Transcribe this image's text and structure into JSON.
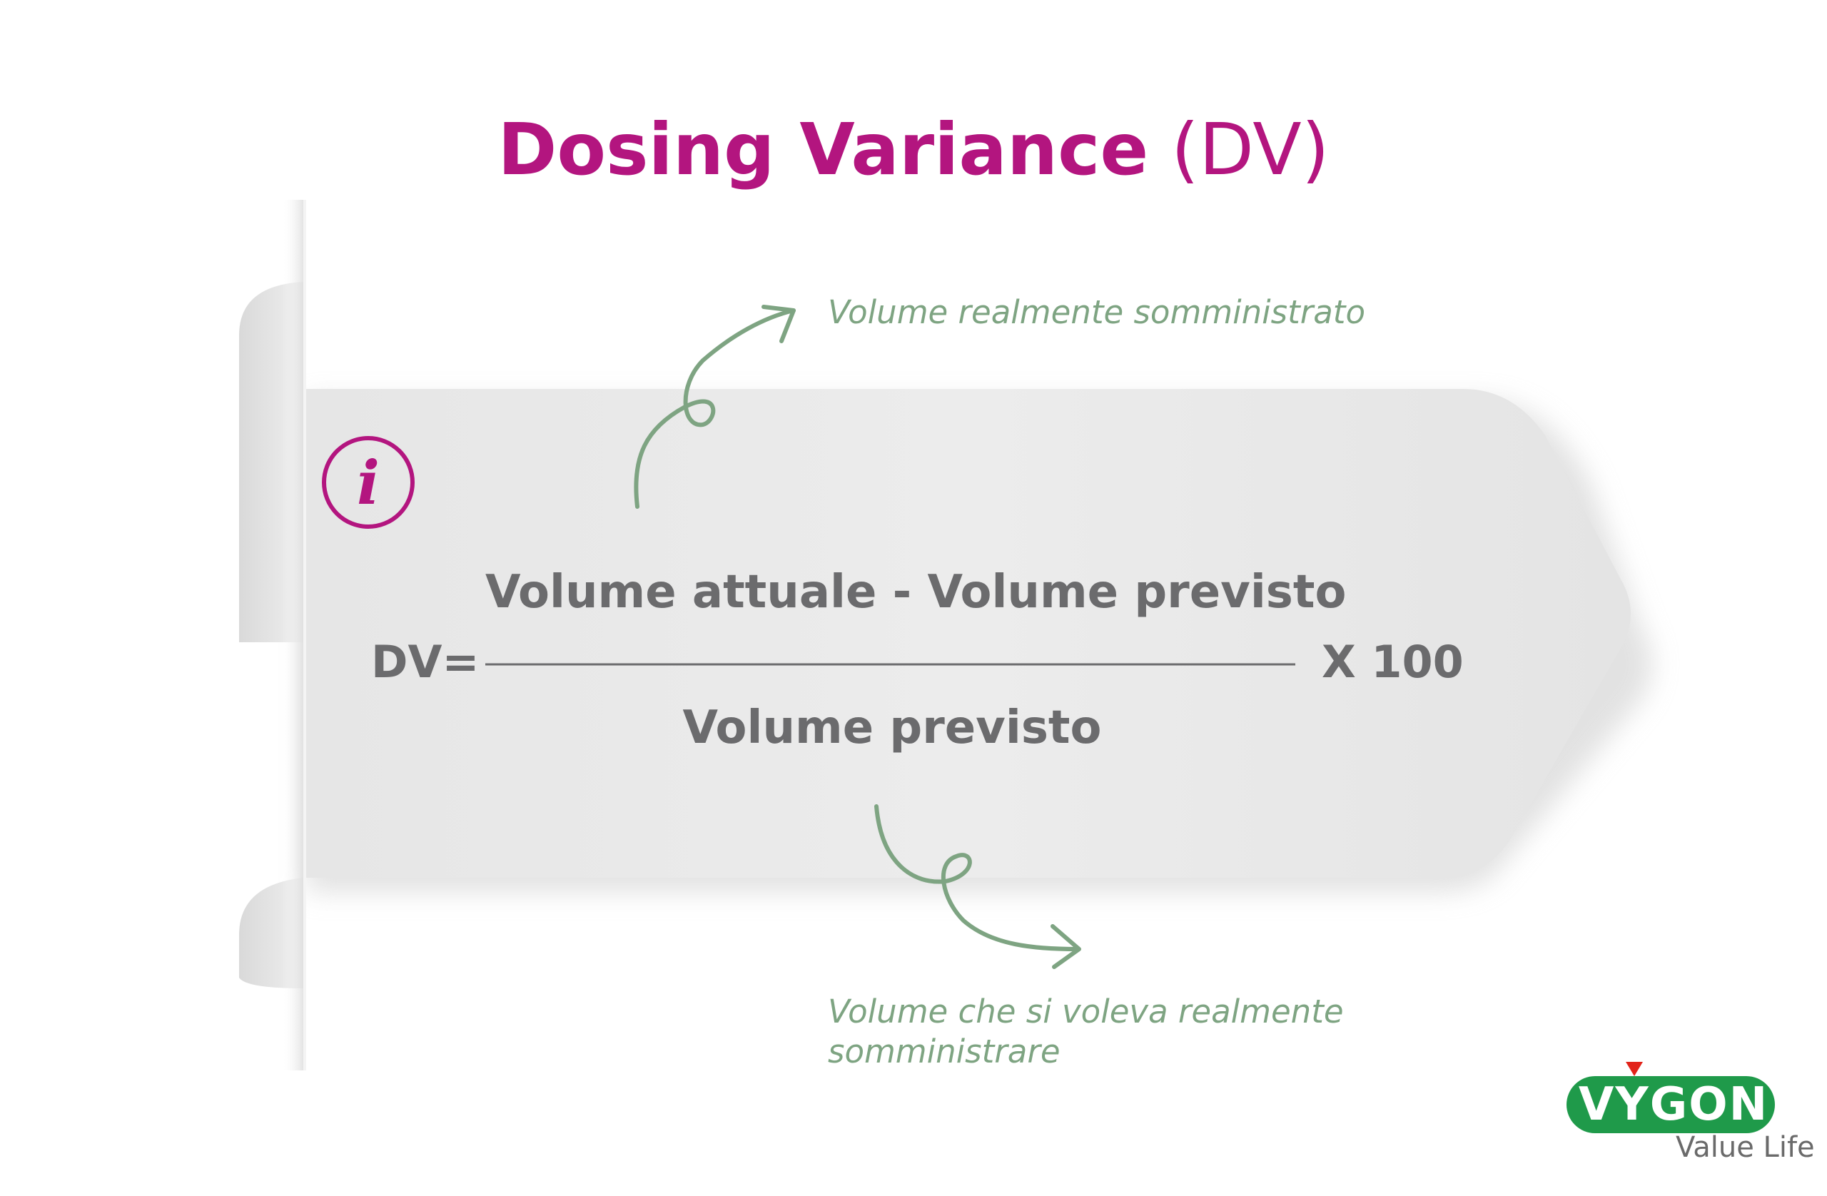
{
  "title": {
    "main": "Dosing Variance",
    "abbr": "(DV)"
  },
  "info_icon": {
    "name": "info-icon",
    "glyph": "i",
    "color": "#b3157f"
  },
  "annotations": {
    "top": "Volume realmente somministrato",
    "bottom_line1": "Volume che si voleva realmente",
    "bottom_line2": "somministrare"
  },
  "formula": {
    "lhs": "DV=",
    "numerator": "Volume attuale - Volume previsto",
    "denominator": "Volume previsto",
    "multiplier": "X 100"
  },
  "brand": {
    "name": "VYGON",
    "tagline": "Value Life"
  },
  "colors": {
    "title": "#b3157f",
    "annotation": "#7ea482",
    "formula": "#6b6b6d",
    "brand_green": "#1f9a4a",
    "brand_red": "#e2231a",
    "ribbon": "#e9e9e9"
  }
}
